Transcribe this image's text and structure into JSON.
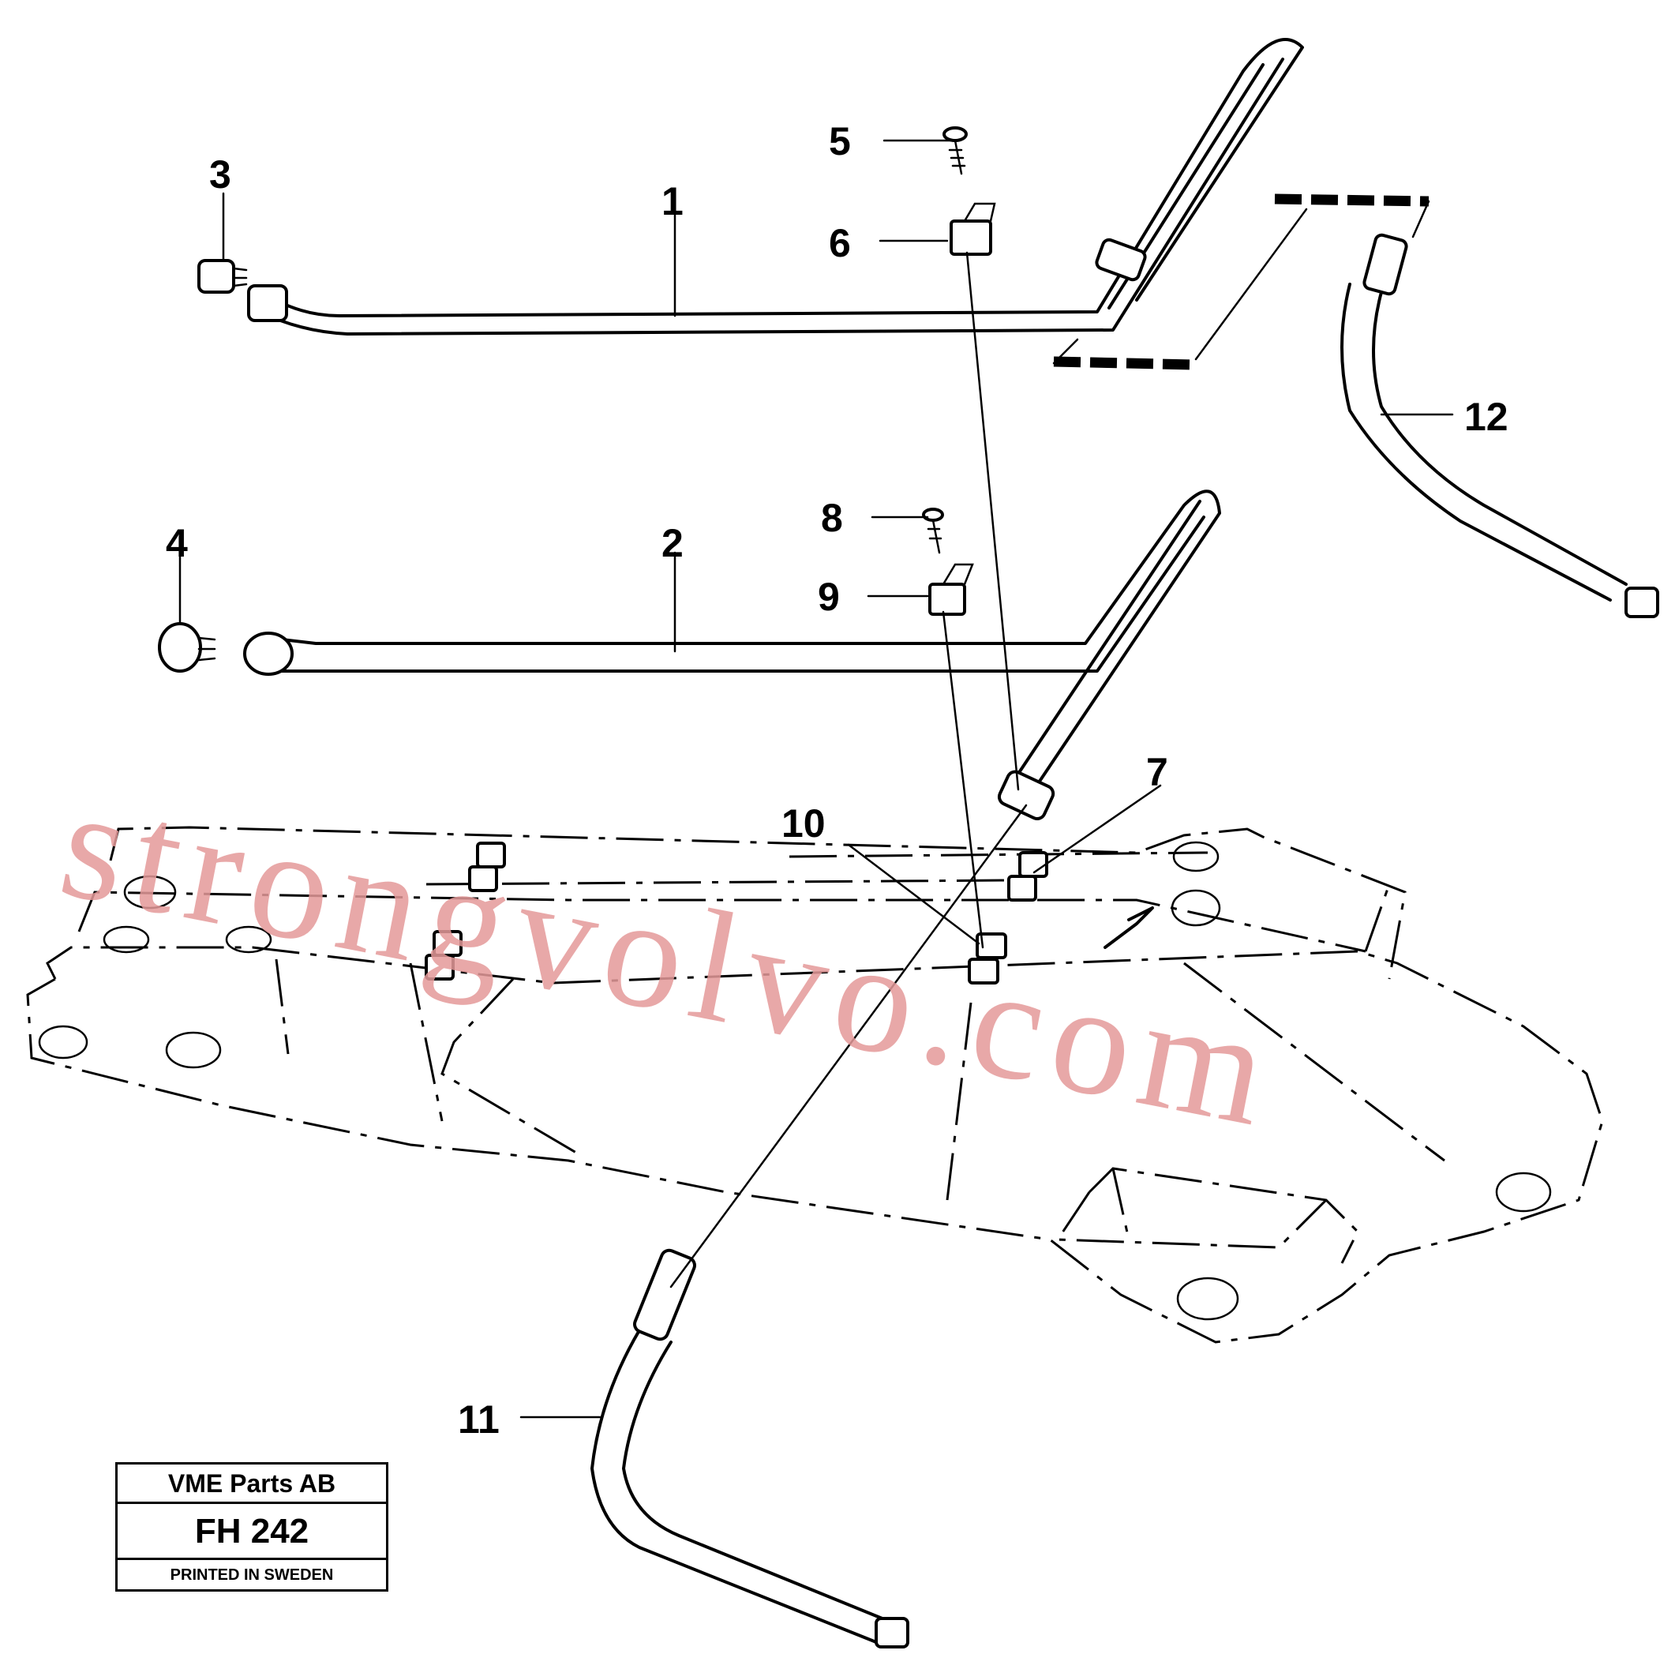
{
  "callouts": [
    "1",
    "2",
    "3",
    "4",
    "5",
    "6",
    "7",
    "8",
    "9",
    "10",
    "11",
    "12"
  ],
  "stamp": {
    "company": "VME Parts AB",
    "code": "FH 242",
    "printed": "PRINTED IN SWEDEN"
  },
  "watermark": "strongvolvo.com"
}
